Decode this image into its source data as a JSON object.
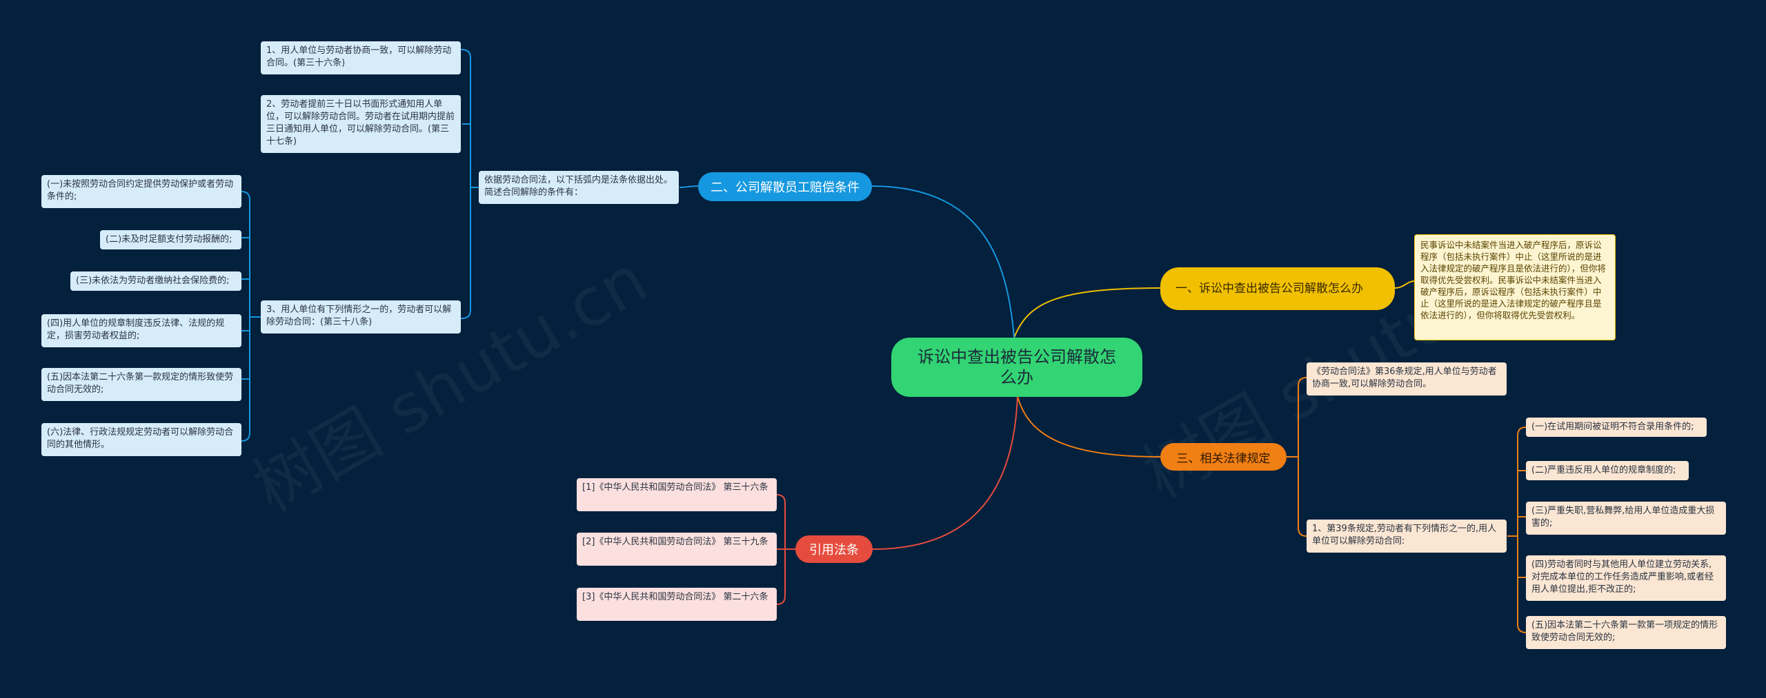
{
  "root": {
    "label": "诉讼中查出被告公司解散怎么办"
  },
  "branch1": {
    "label": "一、诉讼中查出被告公司解散怎么办",
    "text": "民事诉讼中未结案件当进入破产程序后，原诉讼程序（包括未执行案件）中止（这里所说的是进入法律规定的破产程序且是依法进行的），但你将取得优先受尝权利。民事诉讼中未结案件当进入破产程序后，原诉讼程序（包括未执行案件）中止（这里所说的是进入法律规定的破产程序且是依法进行的），但你将取得优先受尝权利。"
  },
  "branch2": {
    "label": "二、公司解散员工赔偿条件",
    "intro": "依据劳动合同法，以下括弧内是法条依据出处。简述合同解除的条件有：",
    "items": [
      "1、用人单位与劳动者协商一致，可以解除劳动合同。(第三十六条)",
      "2、劳动者提前三十日以书面形式通知用人单位，可以解除劳动合同。劳动者在试用期内提前三日通知用人单位，可以解除劳动合同。(第三十七条)",
      "3、用人单位有下列情形之一的，劳动者可以解除劳动合同：(第三十八条)"
    ],
    "subitems": [
      "(一)未按照劳动合同约定提供劳动保护或者劳动条件的;",
      "(二)未及时足额支付劳动报酬的;",
      "(三)未依法为劳动者缴纳社会保险费的;",
      "(四)用人单位的规章制度违反法律、法规的规定，损害劳动者权益的;",
      "(五)因本法第二十六条第一款规定的情形致使劳动合同无效的;",
      "(六)法律、行政法规规定劳动者可以解除劳动合同的其他情形。"
    ]
  },
  "branch3": {
    "label": "三、相关法律规定",
    "item1": "《劳动合同法》第36条规定,用人单位与劳动者协商一致,可以解除劳动合同。",
    "item2": "1、第39条规定,劳动者有下列情形之一的,用人单位可以解除劳动合同:",
    "subitems": [
      "(一)在试用期间被证明不符合录用条件的;",
      "(二)严重违反用人单位的规章制度的;",
      "(三)严重失职,营私舞弊,给用人单位造成重大损害的;",
      "(四)劳动者同时与其他用人单位建立劳动关系,对完成本单位的工作任务造成严重影响,或者经用人单位提出,拒不改正的;",
      "(五)因本法第二十六条第一款第一项规定的情形致使劳动合同无效的;"
    ]
  },
  "branch4": {
    "label": "引用法条",
    "items": [
      "[1]《中华人民共和国劳动合同法》 第三十六条",
      "[2]《中华人民共和国劳动合同法》 第三十九条",
      "[3]《中华人民共和国劳动合同法》 第二十六条"
    ]
  },
  "watermarks": [
    "树图 shutu.cn",
    "树图 shutu.cn"
  ],
  "colors": {
    "background": "#03203c",
    "root": "#32d473",
    "branch1": "#f1c000",
    "branch2": "#1598e0",
    "branch3": "#f07f14",
    "branch4": "#e54c3e"
  }
}
